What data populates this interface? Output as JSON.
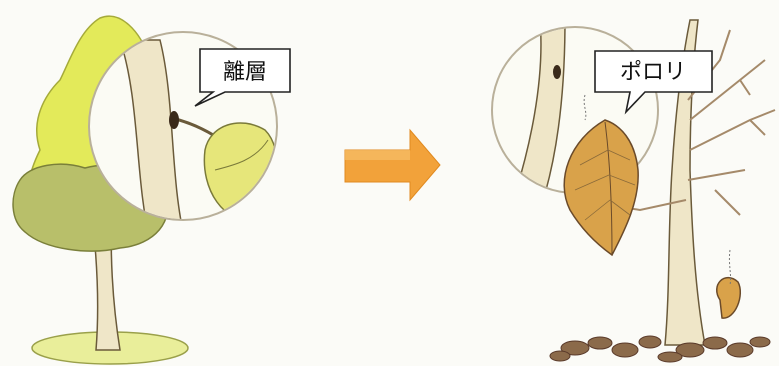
{
  "callouts": {
    "left_label": "離層",
    "right_label": "ポロリ"
  },
  "colors": {
    "background": "#fbfbf7",
    "foliage_yellow": "#e3ea5a",
    "foliage_green": "#b8bf6a",
    "trunk": "#efe6c8",
    "outline": "#4a3a2a",
    "arrow": "#f2a23a",
    "dead_leaf": "#d9a24a",
    "ground_litter": "#8b6a4a"
  },
  "icons": {
    "arrow": "right-arrow-icon",
    "left_tree": "green-tree-illustration",
    "right_tree": "bare-tree-illustration"
  }
}
